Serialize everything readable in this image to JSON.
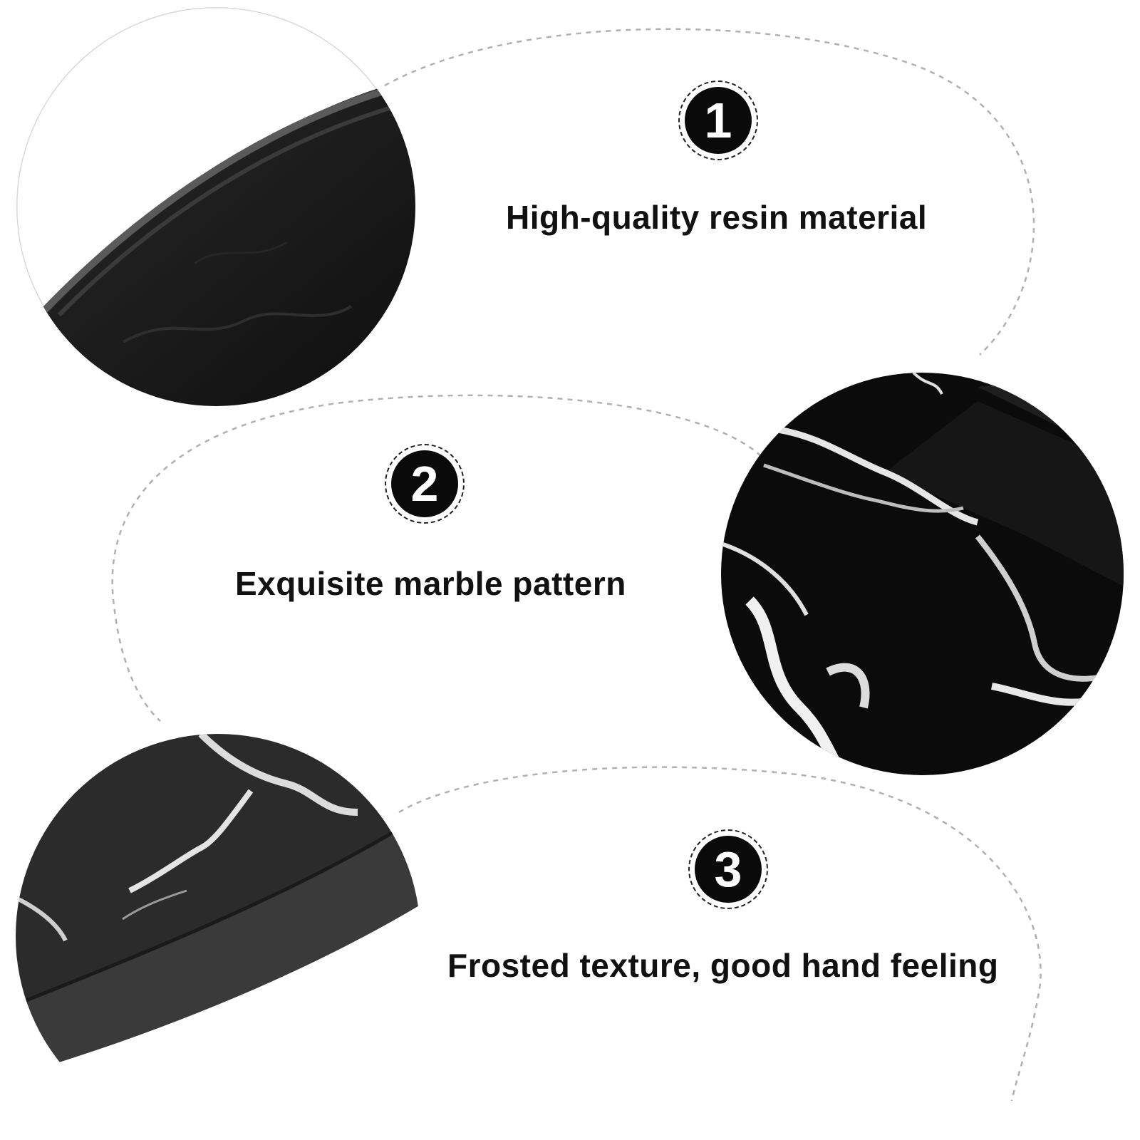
{
  "features": [
    {
      "number": "1",
      "label": "High-quality resin material",
      "photo": "resin-edge-closeup"
    },
    {
      "number": "2",
      "label": "Exquisite marble pattern",
      "photo": "marble-pattern-closeup"
    },
    {
      "number": "3",
      "label": "Frosted texture, good hand feeling",
      "photo": "frosted-edge-closeup"
    }
  ],
  "colors": {
    "background": "#ffffff",
    "badge": "#0a0a0a",
    "text": "#111111",
    "dashed_line": "#b0b0b0",
    "resin": "#141414"
  }
}
